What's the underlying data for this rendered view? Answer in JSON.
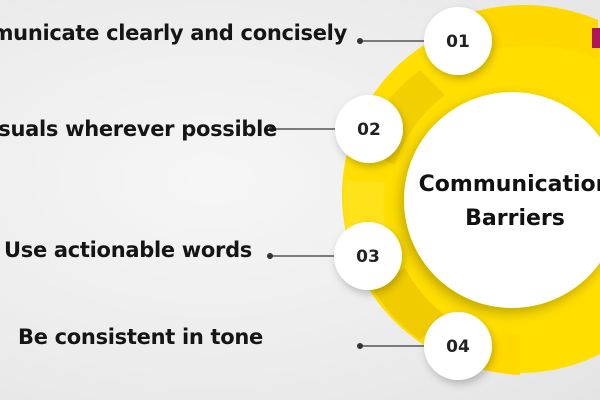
{
  "items": [
    {
      "number": "01",
      "text": "mmunicate clearly and concisely"
    },
    {
      "number": "02",
      "text": "visuals wherever possible"
    },
    {
      "number": "03",
      "text": "Use actionable words"
    },
    {
      "number": "04",
      "text": "Be consistent in tone"
    }
  ],
  "center": {
    "line1": "Communication",
    "line2": "Barriers"
  },
  "colors": {
    "accent_yellow": "#ffde00",
    "accent_yellow_dark": "#e9c800",
    "connector": "#555555",
    "badge": "#ffffff",
    "brand_corner": "#b0155c"
  }
}
